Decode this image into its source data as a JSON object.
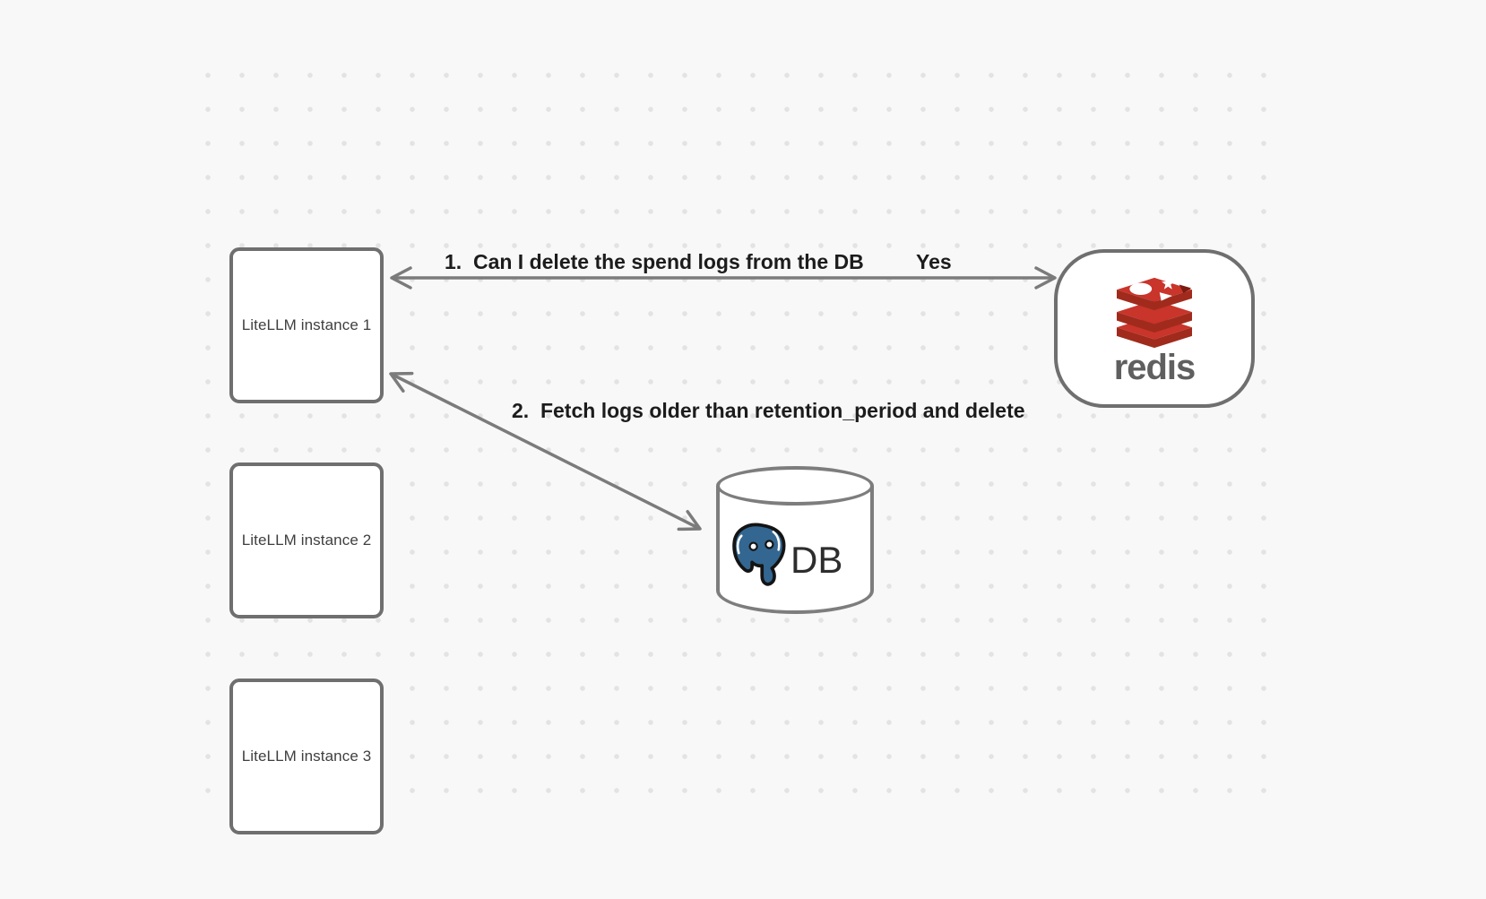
{
  "canvas": {
    "background_color": "#f8f8f8",
    "dot_grid_color": "#e3e3e3"
  },
  "colors": {
    "box_border": "#6f6f6f",
    "arrow": "#7b7b7b",
    "label_text": "#1c1c1c",
    "redis_red_top": "#c9342b",
    "redis_red_side": "#a02b1d",
    "postgres_blue": "#336791"
  },
  "nodes": {
    "instance1": {
      "label": "LiteLLM instance 1"
    },
    "instance2": {
      "label": "LiteLLM instance 2"
    },
    "instance3": {
      "label": "LiteLLM instance 3"
    },
    "redis": {
      "label": "redis"
    },
    "db": {
      "label": "DB"
    }
  },
  "icons": {
    "redis_logo": "redis-stack-logo",
    "postgres_logo": "postgresql-elephant",
    "db_shape": "database-cylinder"
  },
  "edges": {
    "edge1": {
      "label": "1.  Can I delete the spend logs from the DB",
      "response": "Yes"
    },
    "edge2": {
      "label": "2.  Fetch logs older than retention_period and delete"
    }
  }
}
